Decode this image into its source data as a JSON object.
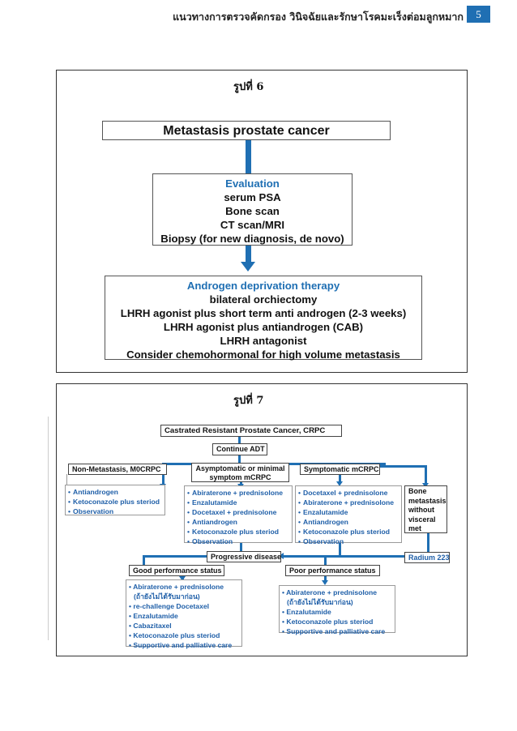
{
  "header": {
    "title": "แนวทางการตรวจคัดกรอง วินิจฉัยและรักษาโรคมะเร็งต่อมลูกหมาก",
    "page": "5"
  },
  "figure6": {
    "label": "รูปที่ 6",
    "top_box": "Metastasis prostate cancer",
    "evaluation": {
      "heading": "Evaluation",
      "lines": [
        "serum PSA",
        "Bone scan",
        "CT scan/MRI",
        "Biopsy (for new diagnosis, de novo)"
      ]
    },
    "adt": {
      "heading": "Androgen deprivation therapy",
      "lines": [
        "bilateral orchiectomy",
        "LHRH agonist plus short term anti androgen (2-3 weeks)",
        "LHRH agonist plus antiandrogen (CAB)",
        "LHRH antagonist",
        "Consider chemohormonal for high volume metastasis"
      ]
    }
  },
  "figure7": {
    "label": "รูปที่ 7",
    "crpc": "Castrated Resistant Prostate Cancer, CRPC",
    "continue_adt": "Continue ADT",
    "non_meta": "Non-Metastasis, M0CRPC",
    "asymptomatic": [
      "Asymptomatic or minimal",
      "symptom mCRPC"
    ],
    "symptomatic": "Symptomatic mCRPC",
    "list_m0": [
      "Antiandrogen",
      "Ketoconazole plus steriod",
      "Observation"
    ],
    "list_asym": [
      "Abiraterone + prednisolone",
      "Enzalutamide",
      "Docetaxel + prednisolone",
      "Antiandrogen",
      "Ketoconazole plus steriod",
      "Observation"
    ],
    "list_sym": [
      "Docetaxel + prednisolone",
      "Abiraterone + prednisolone",
      "Enzalutamide",
      "Antiandrogen",
      "Ketoconazole plus steriod",
      "Observation"
    ],
    "bone_meta": [
      "Bone",
      "metastasis",
      "without",
      "visceral",
      "met"
    ],
    "progressive": "Progressive disease",
    "radium": "Radium 223",
    "good_perf": "Good performance status",
    "poor_perf": "Poor performance status",
    "list_good": [
      "• Abiraterone + prednisolone",
      "(ถ้ายังไม่ได้รับมาก่อน)",
      "• re-challenge Docetaxel",
      "• Enzalutamide",
      "• Cabazitaxel",
      "• Ketoconazole plus steriod",
      "• Supportive and palliative care"
    ],
    "list_poor": [
      "• Abiraterone + prednisolone",
      "(ถ้ายังไม่ได้รับมาก่อน)",
      "• Enzalutamide",
      "• Ketoconazole plus steriod",
      "• Supportive and palliative care"
    ]
  }
}
